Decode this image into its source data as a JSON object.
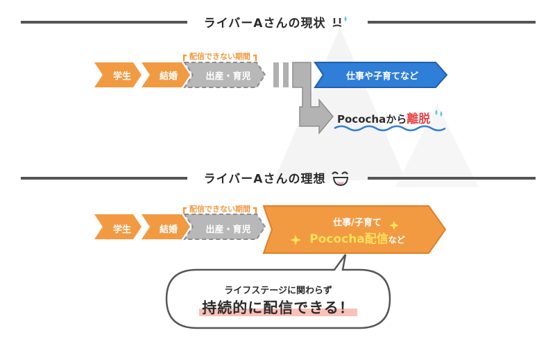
{
  "current": {
    "title": "ライバーAさんの現状",
    "bracket_label": "配信できない期間",
    "steps": [
      "学生",
      "結婚",
      "出産・育児"
    ],
    "future": "仕事や子育てなど",
    "exit_prefix": "Pococha",
    "exit_mid": "から",
    "exit_emph": "離脱"
  },
  "ideal": {
    "title": "ライバーAさんの理想",
    "bracket_label": "配信できない期間",
    "steps": [
      "学生",
      "結婚",
      "出産・育児"
    ],
    "future_line1": "仕事/子育て",
    "future_brand": "Pococha",
    "future_emph": "配信",
    "future_suffix": "など",
    "bubble_line1": "ライフステージに関わらず",
    "bubble_line2": "持続的に配信できる！"
  },
  "colors": {
    "orange": "#f29a42",
    "gray_step": "#b8b8b8",
    "blue": "#2f7ed8",
    "red_emph": "#e8474a",
    "yellow_emph": "#ffe15a",
    "highlight": "#f9c1b8"
  },
  "icons": [
    "sweat-face-icon",
    "grin-face-icon",
    "sweat-drop-icon",
    "sparkle-icon"
  ]
}
